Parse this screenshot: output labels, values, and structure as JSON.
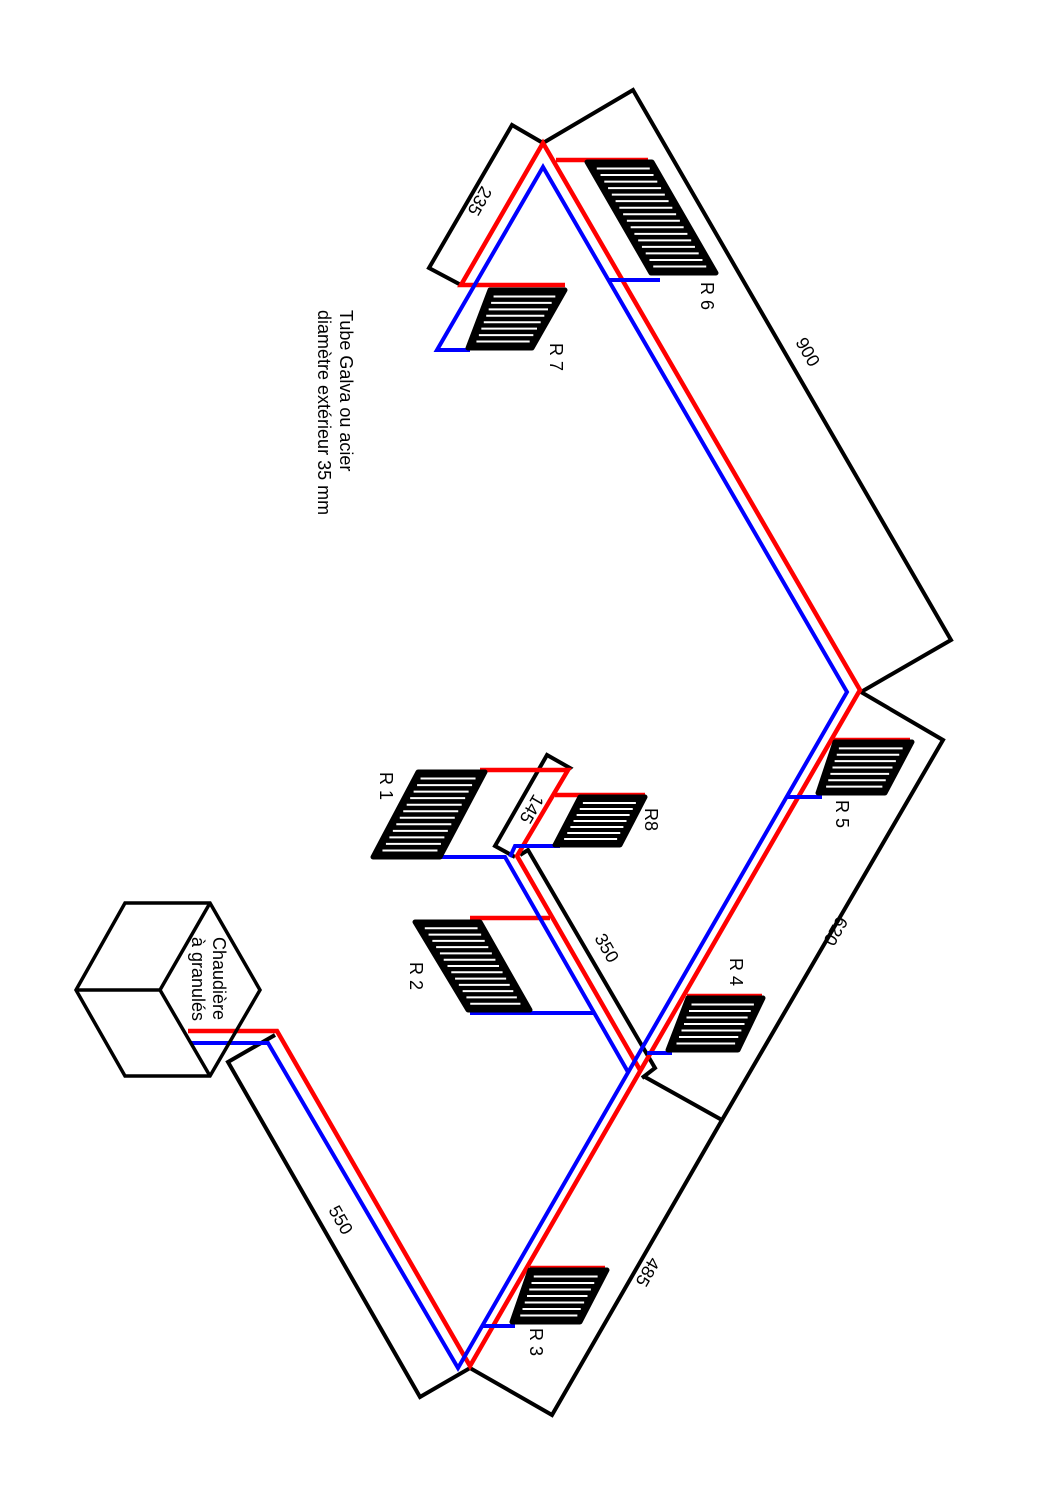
{
  "note": {
    "line1": "Tube Galva ou acier",
    "line2": "diamètre extérieur 35 mm"
  },
  "boiler": {
    "line1": "Chaudière",
    "line2": "à granulés"
  },
  "radiators": [
    "R 1",
    "R 2",
    "R 3",
    "R 4",
    "R 5",
    "R 6",
    "R 7",
    "R8"
  ],
  "dimensions": {
    "d235": "235",
    "d900": "900",
    "d620": "620",
    "d485": "485",
    "d550": "550",
    "d350": "350",
    "d145": "145"
  },
  "colors": {
    "supply": "#ff0000",
    "return": "#0000ff",
    "outline": "#000000"
  }
}
